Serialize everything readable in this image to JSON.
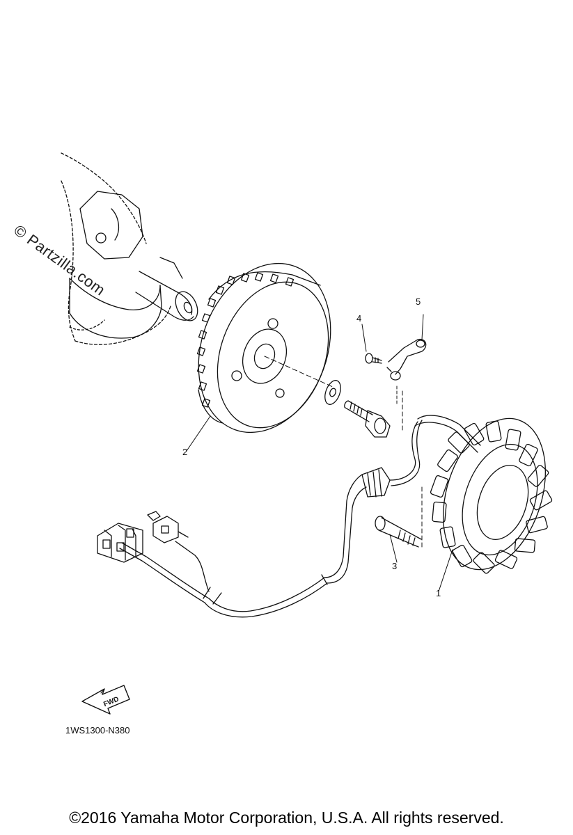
{
  "watermark": "© Partzilla.com",
  "callouts": [
    {
      "id": "1",
      "label": "1"
    },
    {
      "id": "2",
      "label": "2"
    },
    {
      "id": "3",
      "label": "3"
    },
    {
      "id": "4",
      "label": "4"
    },
    {
      "id": "5",
      "label": "5"
    }
  ],
  "fwd_badge": "FWD",
  "diagram_code": "1WS1300-N380",
  "copyright": "©2016 Yamaha Motor Corporation, U.S.A. All rights reserved."
}
